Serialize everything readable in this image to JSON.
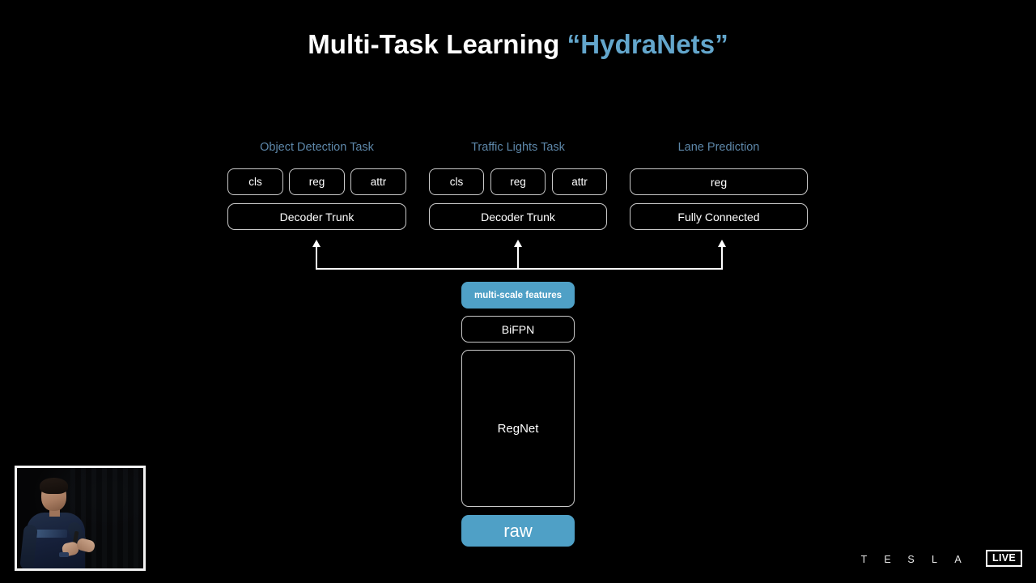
{
  "slide": {
    "background_color": "#000000",
    "accent_color": "#4fa0c6",
    "label_color": "#5d87a9",
    "title": {
      "main": "Multi-Task Learning ",
      "accent": "“HydraNets”"
    }
  },
  "columns": [
    {
      "label": "Object Detection Task",
      "heads": [
        "cls",
        "reg",
        "attr"
      ],
      "trunk": "Decoder Trunk"
    },
    {
      "label": "Traffic Lights Task",
      "heads": [
        "cls",
        "reg",
        "attr"
      ],
      "trunk": "Decoder Trunk"
    },
    {
      "label": "Lane Prediction",
      "heads": [
        "reg"
      ],
      "trunk": "Fully Connected"
    }
  ],
  "backbone": {
    "multi_scale_features": "multi-scale features",
    "bifpn": "BiFPN",
    "regnet": "RegNet",
    "raw": "raw"
  },
  "branding": {
    "wordmark": [
      "T",
      "E",
      "S",
      "L",
      "A"
    ],
    "live_badge": "LIVE"
  }
}
